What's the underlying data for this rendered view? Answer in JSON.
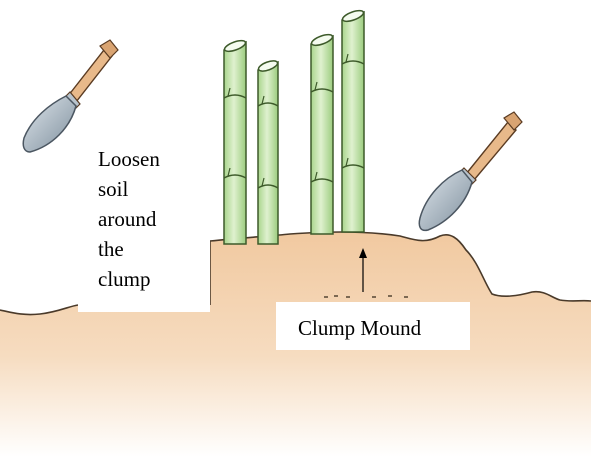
{
  "labels": {
    "loosen_soil": [
      "Loosen",
      "soil",
      "around",
      "the",
      "clump"
    ],
    "clump_mound": "Clump Mound"
  },
  "colors": {
    "soil_top": "#f1c9a0",
    "soil_bottom": "#ffffff",
    "soil_outline": "#4a3a2a",
    "stem_fill": "#c9e7b2",
    "stem_outline": "#3d5a2a",
    "trowel_blade": "#9aa9b5",
    "trowel_handle": "#e8b98a"
  },
  "icons": [
    "trowel-icon",
    "bamboo-culm-icon",
    "arrow-up-icon"
  ]
}
